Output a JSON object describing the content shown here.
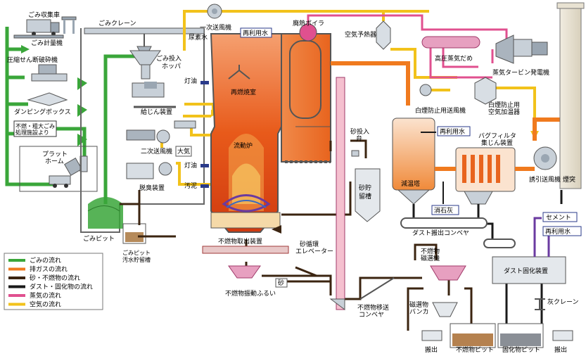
{
  "colors": {
    "garbage": "#3aa63a",
    "exhaust": "#f07a1e",
    "sand": "#3b2410",
    "dust": "#1a1a1a",
    "steam": "#e0508f",
    "air": "#f2c21b",
    "furnace": "#e85a1a",
    "boiler": "#e8641e",
    "equip": "#c8d0d8"
  },
  "labels": {
    "garbage_truck": "ごみ収集車",
    "scale": "ごみ計量機",
    "crusher": "圧縮せん断破砕機",
    "dumping_box": "ダンピングボックス",
    "nonburn_1": "不燃・粗大ごみ",
    "nonburn_2": "処理施設より",
    "platform_1": "プラット",
    "platform_2": "ホーム",
    "crane": "ごみクレーン",
    "hopper_1": "ごみ投入",
    "hopper_2": "ホッパ",
    "feeder": "給じん装置",
    "pit": "ごみピット",
    "sewage_1": "ごみピット",
    "sewage_2": "汚水貯留槽",
    "primary_fan": "一次送風機",
    "urea": "尿素水",
    "reuse_water": "再利用水",
    "waste_boiler": "廃熱ボイラ",
    "air_preheater": "空気予熱器",
    "hp_steam_drum": "高圧蒸気だめ",
    "turbine": "蒸気タービン発電機",
    "kerosene": "灯油",
    "reburn": "再燃焼室",
    "secondary_fan": "二次送風機",
    "atmosphere": "大気",
    "deodorizer": "脱臭装置",
    "furnace": "流動炉",
    "sludge": "汚泥",
    "sand_valve_1": "砂投入",
    "sand_valve_2": "弁",
    "sand_tank_1": "砂貯",
    "sand_tank_2": "留槽",
    "smoke_fan_1": "白煙防止用送風機",
    "smoke_heater_1": "白煙防止用",
    "smoke_heater_2": "空気加温器",
    "cooling_tower": "減温塔",
    "bag_filter_1": "バグフィルタ",
    "bag_filter_2": "集じん装置",
    "induced_fan": "誘引送風機",
    "chimney": "煙突",
    "slaked_lime": "消石灰",
    "dust_conveyor": "ダスト搬出コンベヤ",
    "cement": "セメント",
    "nonburn_extract": "不燃物取出装置",
    "sand_elevator_1": "砂循環",
    "sand_elevator_2": "エレベーター",
    "sand": "砂",
    "vib_screen": "不燃物振動ふるい",
    "mag_sep_1": "不燃物",
    "mag_sep_2": "磁選機",
    "magnetic_bunker_1": "磁選物",
    "magnetic_bunker_2": "バンカ",
    "nonburn_conveyor_1": "不燃物移送",
    "nonburn_conveyor_2": "コンベヤ",
    "dust_solidifier": "ダスト固化装置",
    "ash_crane": "灰クレーン",
    "out_left": "搬出",
    "nonburn_pit": "不燃物ピット",
    "solid_pit": "固化物ピット",
    "out_right": "搬出"
  },
  "legend": [
    {
      "label": "ごみの流れ",
      "color": "#3aa63a"
    },
    {
      "label": "排ガスの流れ",
      "color": "#f07a1e"
    },
    {
      "label": "砂・不燃物の流れ",
      "color": "#3b2410"
    },
    {
      "label": "ダスト・固化物の流れ",
      "color": "#1a1a1a"
    },
    {
      "label": "蒸気の流れ",
      "color": "#e0508f"
    },
    {
      "label": "空気の流れ",
      "color": "#f2c21b"
    }
  ]
}
